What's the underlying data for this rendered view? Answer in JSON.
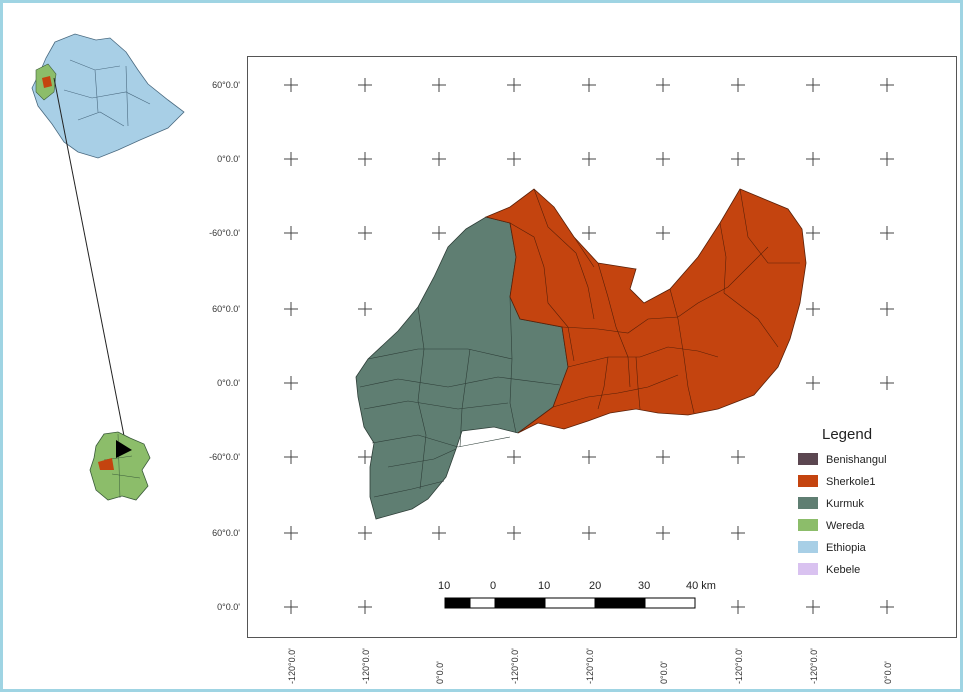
{
  "y_tick_labels": [
    "60°0.0'",
    "0°0.0'",
    "-60°0.0'",
    "60°0.0'",
    "0°0.0'",
    "-60°0.0'",
    "60°0.0'",
    "0°0.0'"
  ],
  "x_tick_labels": [
    "-120°0.0'",
    "-120°0.0'",
    "0°0.0'",
    "-120°0.0'",
    "-120°0.0'",
    "0°0.0'",
    "-120°0.0'",
    "-120°0.0'",
    "0°0.0'"
  ],
  "legend": {
    "title": "Legend",
    "items": [
      {
        "label": "Benishangul",
        "color": "#5b4650"
      },
      {
        "label": "Sherkole1",
        "color": "#c4440f"
      },
      {
        "label": "Kurmuk",
        "color": "#5f7e72"
      },
      {
        "label": "Wereda",
        "color": "#8cbd6a"
      },
      {
        "label": "Ethiopia",
        "color": "#a8cfe6"
      },
      {
        "label": "Kebele",
        "color": "#d9c2f0"
      }
    ]
  },
  "scale_bar": {
    "labels": [
      "10",
      "0",
      "10",
      "20",
      "30",
      "40 km"
    ]
  },
  "colors": {
    "sherkole": "#c4440f",
    "kurmuk": "#5f7e72",
    "ethiopia": "#a8cfe6",
    "wereda": "#8cbd6a",
    "frame": "#9fd4e3"
  }
}
